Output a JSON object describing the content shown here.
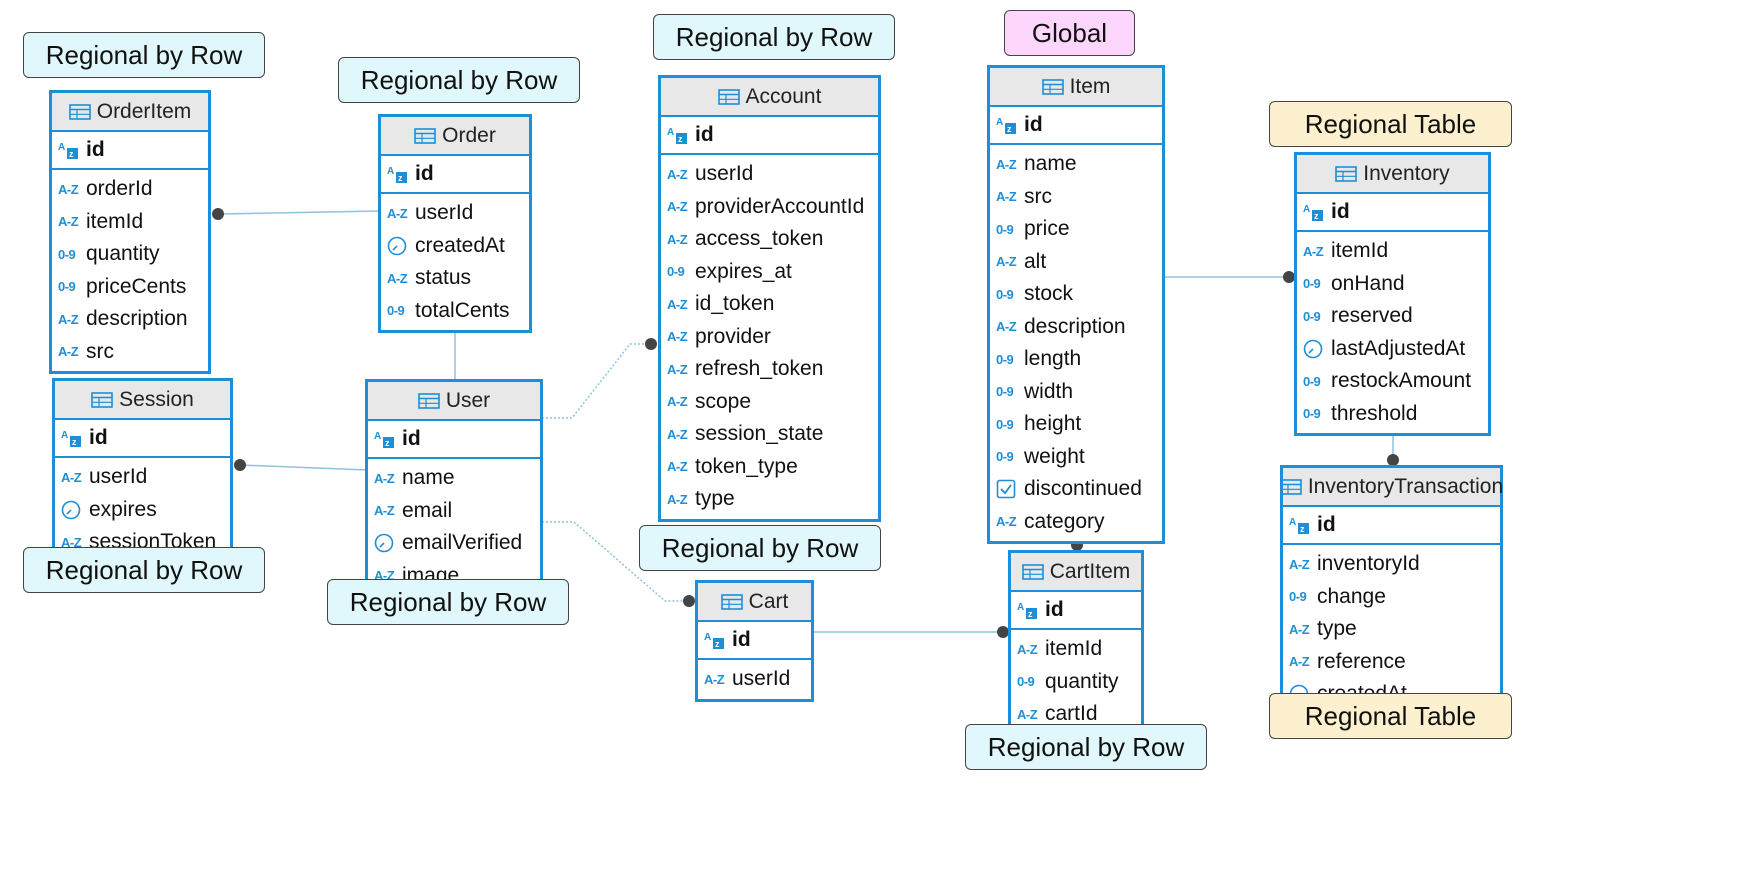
{
  "labels": {
    "orderitem": "Regional by Row",
    "order": "Regional by Row",
    "account": "Regional by Row",
    "item": "Global",
    "inventory": "Regional Table",
    "session": "Regional by Row",
    "user": "Regional by Row",
    "cart": "Regional by Row",
    "cartitem": "Regional by Row",
    "inventorytransaction": "Regional Table"
  },
  "entities": {
    "orderitem": {
      "name": "OrderItem",
      "pk": "id",
      "fields": [
        {
          "type": "A-Z",
          "name": "orderId"
        },
        {
          "type": "A-Z",
          "name": "itemId"
        },
        {
          "type": "0-9",
          "name": "quantity"
        },
        {
          "type": "0-9",
          "name": "priceCents"
        },
        {
          "type": "A-Z",
          "name": "description"
        },
        {
          "type": "A-Z",
          "name": "src"
        }
      ]
    },
    "order": {
      "name": "Order",
      "pk": "id",
      "fields": [
        {
          "type": "A-Z",
          "name": "userId"
        },
        {
          "type": "clock",
          "name": "createdAt"
        },
        {
          "type": "A-Z",
          "name": "status"
        },
        {
          "type": "0-9",
          "name": "totalCents"
        }
      ]
    },
    "account": {
      "name": "Account",
      "pk": "id",
      "fields": [
        {
          "type": "A-Z",
          "name": "userId"
        },
        {
          "type": "A-Z",
          "name": "providerAccountId"
        },
        {
          "type": "A-Z",
          "name": "access_token"
        },
        {
          "type": "0-9",
          "name": "expires_at"
        },
        {
          "type": "A-Z",
          "name": "id_token"
        },
        {
          "type": "A-Z",
          "name": "provider"
        },
        {
          "type": "A-Z",
          "name": "refresh_token"
        },
        {
          "type": "A-Z",
          "name": "scope"
        },
        {
          "type": "A-Z",
          "name": "session_state"
        },
        {
          "type": "A-Z",
          "name": "token_type"
        },
        {
          "type": "A-Z",
          "name": "type"
        }
      ]
    },
    "item": {
      "name": "Item",
      "pk": "id",
      "fields": [
        {
          "type": "A-Z",
          "name": "name"
        },
        {
          "type": "A-Z",
          "name": "src"
        },
        {
          "type": "0-9",
          "name": "price"
        },
        {
          "type": "A-Z",
          "name": "alt"
        },
        {
          "type": "0-9",
          "name": "stock"
        },
        {
          "type": "A-Z",
          "name": "description"
        },
        {
          "type": "0-9",
          "name": "length"
        },
        {
          "type": "0-9",
          "name": "width"
        },
        {
          "type": "0-9",
          "name": "height"
        },
        {
          "type": "0-9",
          "name": "weight"
        },
        {
          "type": "check",
          "name": "discontinued"
        },
        {
          "type": "A-Z",
          "name": "category"
        }
      ]
    },
    "inventory": {
      "name": "Inventory",
      "pk": "id",
      "fields": [
        {
          "type": "A-Z",
          "name": "itemId"
        },
        {
          "type": "0-9",
          "name": "onHand"
        },
        {
          "type": "0-9",
          "name": "reserved"
        },
        {
          "type": "clock",
          "name": "lastAdjustedAt"
        },
        {
          "type": "0-9",
          "name": "restockAmount"
        },
        {
          "type": "0-9",
          "name": "threshold"
        }
      ]
    },
    "session": {
      "name": "Session",
      "pk": "id",
      "fields": [
        {
          "type": "A-Z",
          "name": "userId"
        },
        {
          "type": "clock",
          "name": "expires"
        },
        {
          "type": "A-Z",
          "name": "sessionToken"
        }
      ]
    },
    "user": {
      "name": "User",
      "pk": "id",
      "fields": [
        {
          "type": "A-Z",
          "name": "name"
        },
        {
          "type": "A-Z",
          "name": "email"
        },
        {
          "type": "clock",
          "name": "emailVerified"
        },
        {
          "type": "A-Z",
          "name": "image"
        }
      ]
    },
    "cart": {
      "name": "Cart",
      "pk": "id",
      "fields": [
        {
          "type": "A-Z",
          "name": "userId"
        }
      ]
    },
    "cartitem": {
      "name": "CartItem",
      "pk": "id",
      "fields": [
        {
          "type": "A-Z",
          "name": "itemId"
        },
        {
          "type": "0-9",
          "name": "quantity"
        },
        {
          "type": "A-Z",
          "name": "cartId"
        }
      ]
    },
    "inventorytransaction": {
      "name": "InventoryTransaction",
      "pk": "id",
      "fields": [
        {
          "type": "A-Z",
          "name": "inventoryId"
        },
        {
          "type": "0-9",
          "name": "change"
        },
        {
          "type": "A-Z",
          "name": "type"
        },
        {
          "type": "A-Z",
          "name": "reference"
        },
        {
          "type": "clock",
          "name": "createdAt"
        }
      ]
    }
  },
  "colors": {
    "border": "#1e8fd6",
    "header": "#e8e8e8",
    "regional_by_row": "#e0f8fb",
    "global": "#fcd6fc",
    "regional_table": "#fdf0cf"
  }
}
